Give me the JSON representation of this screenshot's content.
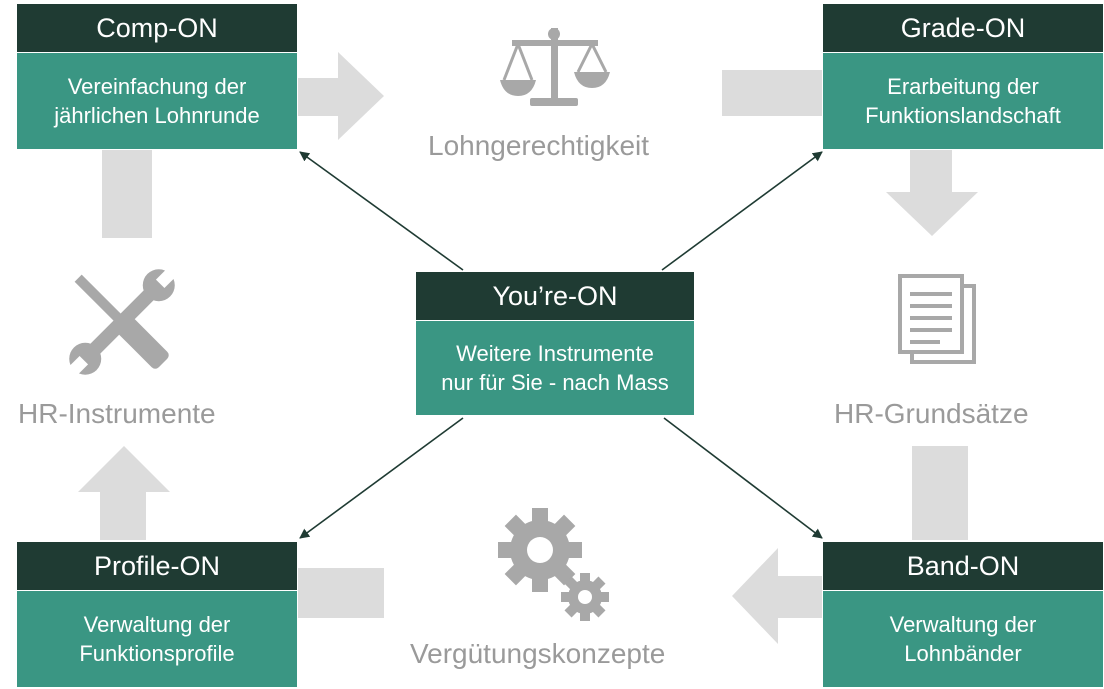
{
  "boxes": {
    "comp": {
      "title": "Comp-ON",
      "text": "Vereinfachung der\njährlichen Lohnrunde"
    },
    "grade": {
      "title": "Grade-ON",
      "text": "Erarbeitung der\nFunktionslandschaft"
    },
    "center": {
      "title": "You’re-ON",
      "text": "Weitere Instrumente\nnur für Sie - nach Mass"
    },
    "profile": {
      "title": "Profile-ON",
      "text": "Verwaltung der\nFunktionsprofile"
    },
    "band": {
      "title": "Band-ON",
      "text": "Verwaltung der\nLohnbänder"
    }
  },
  "labels": {
    "top": "Lohngerechtigkeit",
    "left": "HR-Instrumente",
    "right": "HR-Grundsätze",
    "bottom": "Vergütungskonzepte"
  },
  "icons": {
    "top": "scales-icon",
    "left": "tools-icon",
    "right": "documents-icon",
    "bottom": "gears-icon"
  },
  "colors": {
    "header": "#1f3b33",
    "body": "#3a9683",
    "label": "#9a9a9a",
    "arrow": "#d9d9d9",
    "connector": "#1f3b33"
  }
}
